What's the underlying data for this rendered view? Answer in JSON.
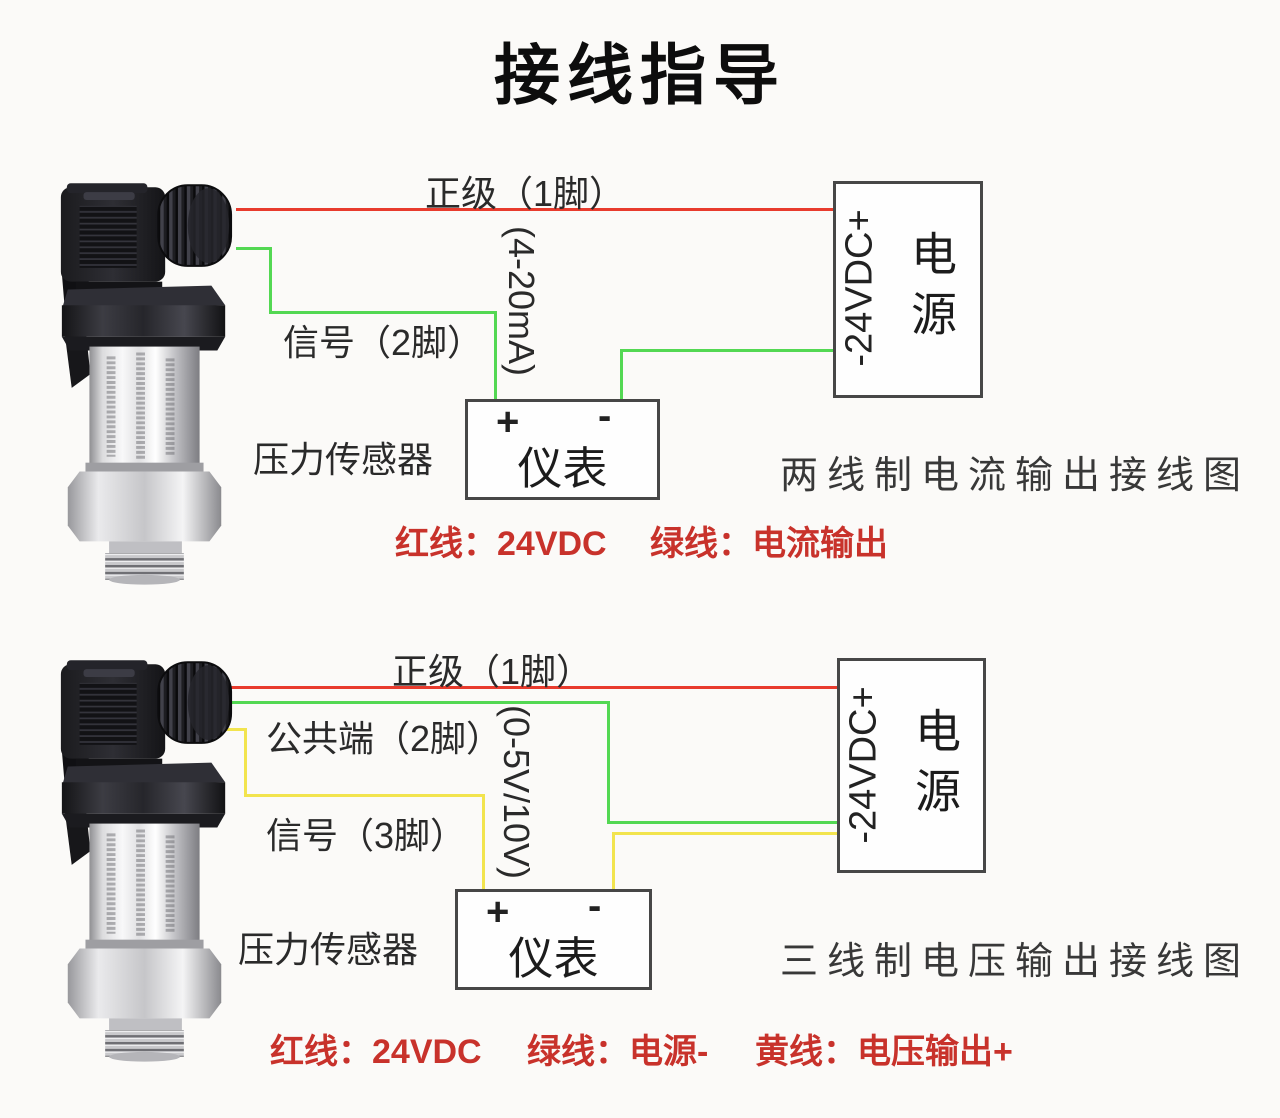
{
  "title": "接线指导",
  "colors": {
    "wire_red": "#e83b2d",
    "wire_green": "#53d853",
    "wire_yellow": "#f2e44e",
    "legend_text": "#c8322b"
  },
  "diagram_top": {
    "caption": "两线制电流输出接线图",
    "sensor_label": "压力传感器",
    "wire_labels": {
      "positive": "正级（1脚）",
      "signal": "信号（2脚）",
      "range": "(4-20mA)"
    },
    "meter": {
      "name": "仪表",
      "plus": "+",
      "minus": "-"
    },
    "power": {
      "name": "电源",
      "rating": "-24VDC+"
    },
    "legend": [
      {
        "text": "红线：24VDC"
      },
      {
        "text": "绿线：电流输出"
      }
    ]
  },
  "diagram_bottom": {
    "caption": "三线制电压输出接线图",
    "sensor_label": "压力传感器",
    "wire_labels": {
      "positive": "正级（1脚）",
      "common": "公共端（2脚）",
      "signal": "信号（3脚）",
      "range": "(0-5V/10V)"
    },
    "meter": {
      "name": "仪表",
      "plus": "+",
      "minus": "-"
    },
    "power": {
      "name": "电源",
      "rating": "-24VDC+"
    },
    "legend": [
      {
        "text": "红线：24VDC"
      },
      {
        "text": "绿线：电源-"
      },
      {
        "text": "黄线：电压输出+"
      }
    ]
  }
}
